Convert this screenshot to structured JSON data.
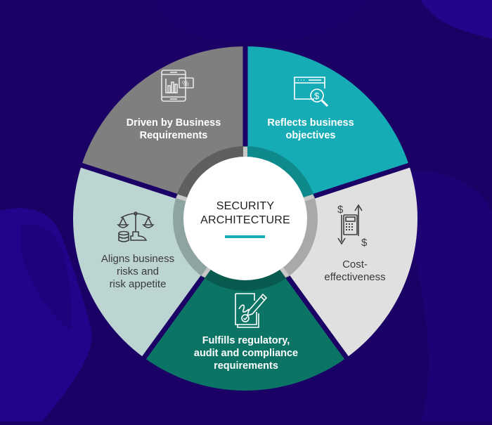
{
  "diagram": {
    "title": "SECURITY\nARCHITECTURE",
    "type": "segmented-wheel",
    "colors": {
      "background": "#1b0066",
      "background_shape": "#22058a",
      "center_fill": "#ffffff",
      "center_accent_line": "#17adb7",
      "gap": "#1b0066"
    },
    "segments": [
      {
        "id": "driven-by-business",
        "label": "Driven by Business\nRequirements",
        "icon": "mobile-chart-percent-icon",
        "fill": "#7f7f7f",
        "ring": "#5e605d",
        "text_color": "#ffffff"
      },
      {
        "id": "reflects-objectives",
        "label": "Reflects business\nobjectives",
        "icon": "browser-dollar-search-icon",
        "fill": "#16acb6",
        "ring": "#0f8a8c",
        "text_color": "#ffffff"
      },
      {
        "id": "cost-effectiveness",
        "label": "Cost-\neffectiveness",
        "icon": "calculator-dollar-arrows-icon",
        "fill": "#e0e0e0",
        "ring": "#a9a9a9",
        "text_color": "#3a3a3a"
      },
      {
        "id": "fulfills-regulatory",
        "label": "Fulfills regulatory,\naudit and compliance\nrequirements",
        "icon": "signed-document-pen-icon",
        "fill": "#0b7465",
        "ring": "#075a4e",
        "text_color": "#ffffff"
      },
      {
        "id": "aligns-risk",
        "label": "Aligns business\nrisks and\nrisk appetite",
        "icon": "balance-scale-coins-icon",
        "fill": "#bcd5d3",
        "ring": "#8ea4a0",
        "text_color": "#3a3a3a"
      }
    ]
  }
}
